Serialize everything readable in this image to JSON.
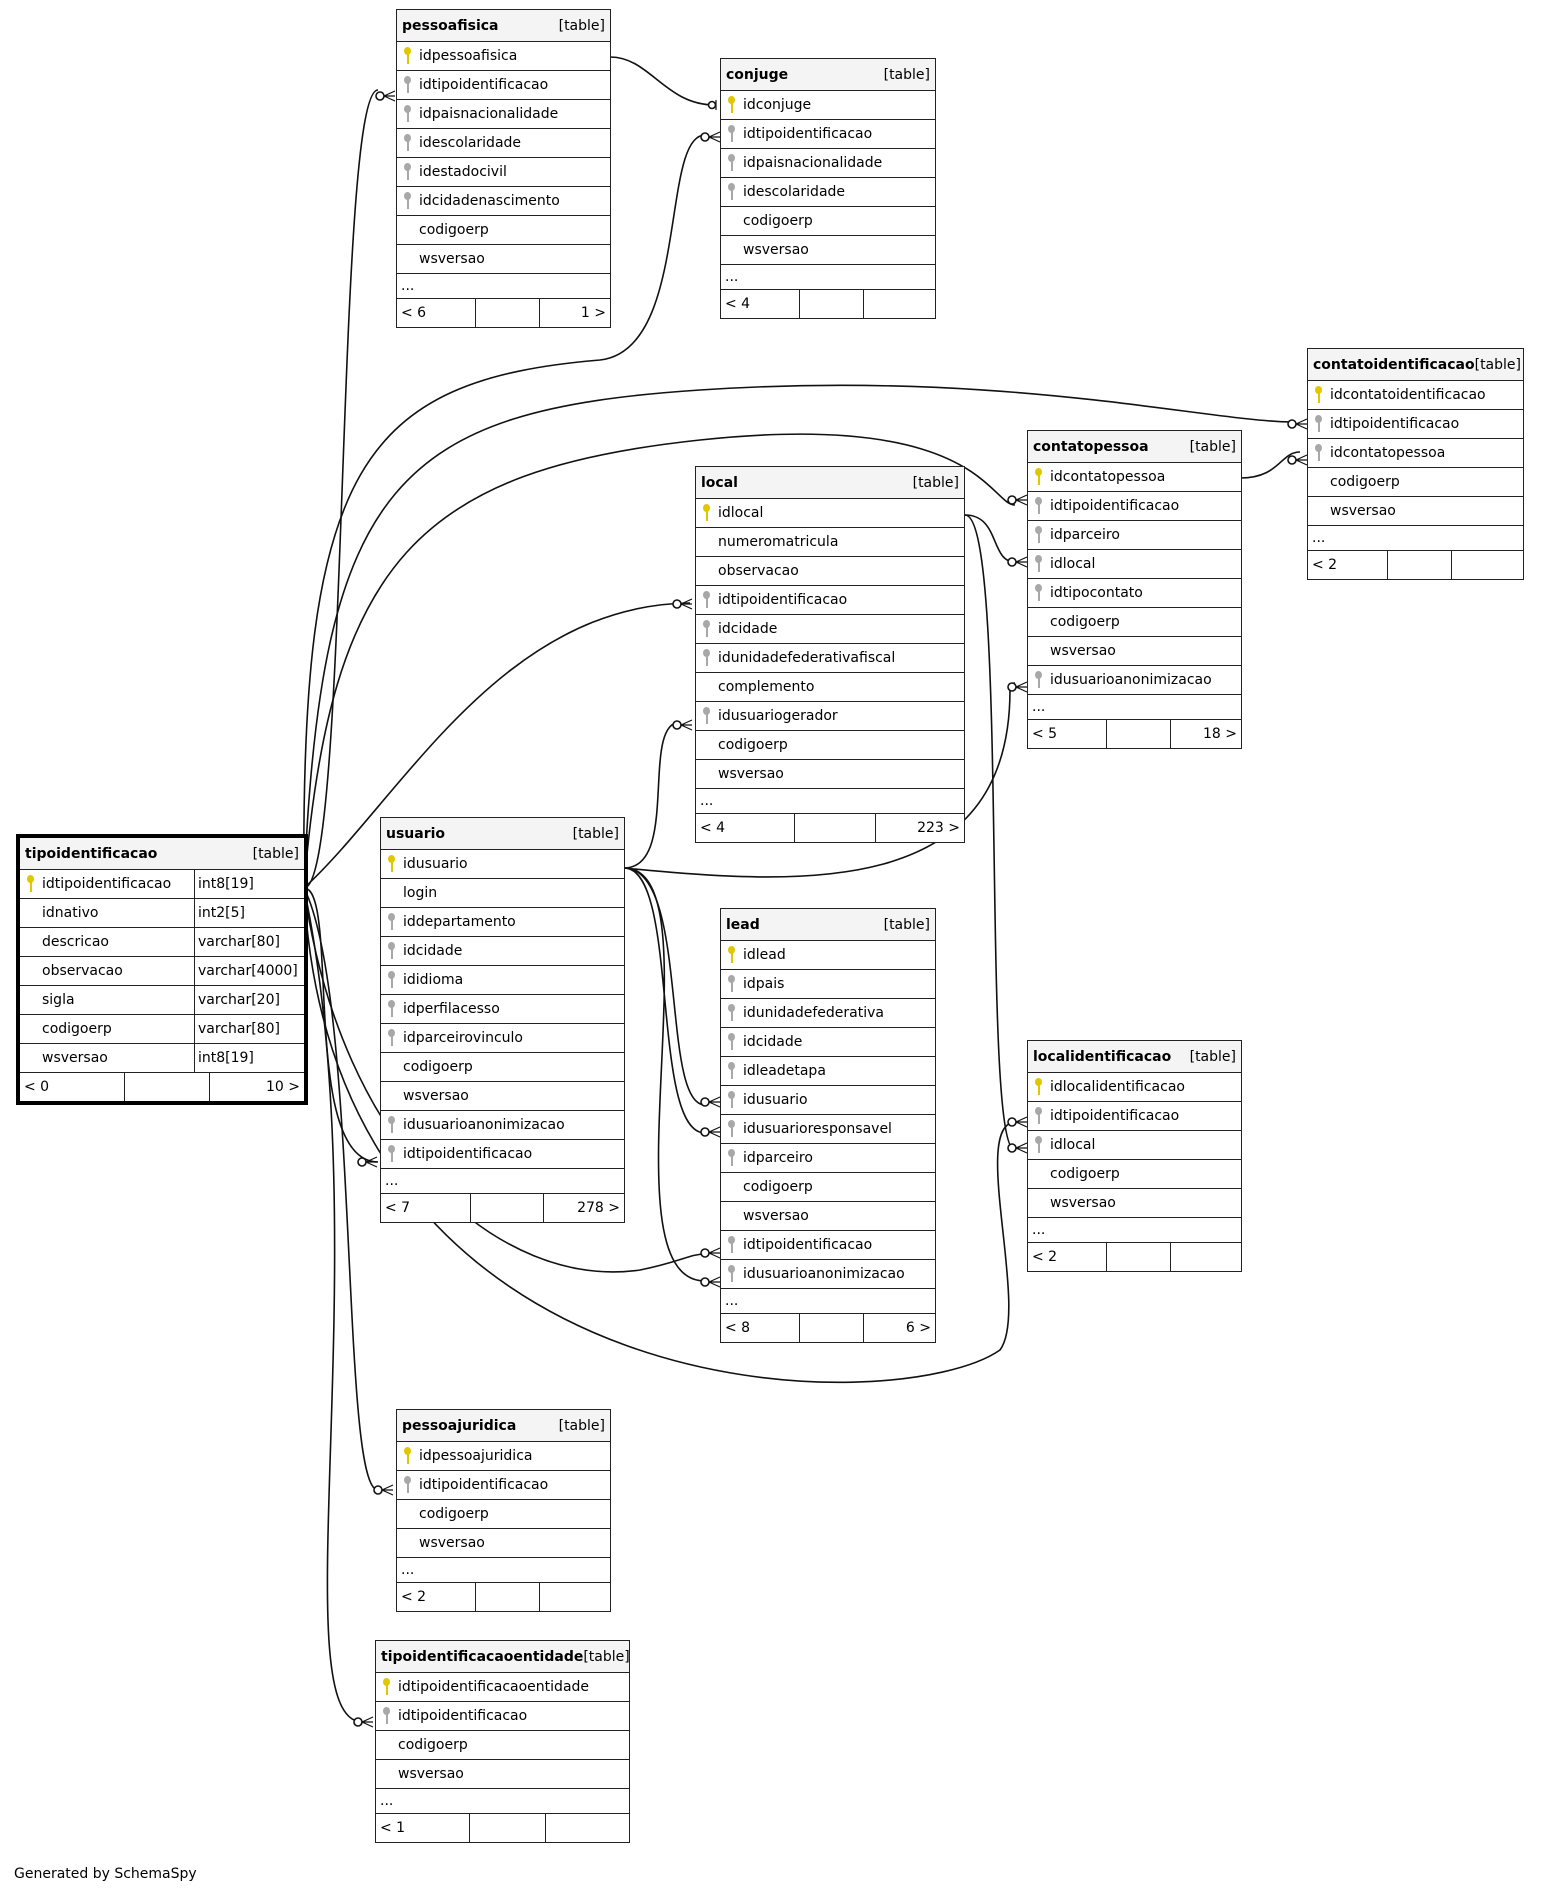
{
  "footer": "Generated by SchemaSpy",
  "colors": {
    "primary_key": "#e0c800",
    "foreign_key": "#a8a8a8",
    "header_bg": "#f4f4f4",
    "line": "#222222"
  },
  "tables": {
    "pessoafisica": {
      "name": "pessoafisica",
      "tag": "[table]",
      "columns": [
        {
          "name": "idpessoafisica",
          "key": "pk"
        },
        {
          "name": "idtipoidentificacao",
          "key": "fk"
        },
        {
          "name": "idpaisnacionalidade",
          "key": "fk"
        },
        {
          "name": "idescolaridade",
          "key": "fk"
        },
        {
          "name": "idestadocivil",
          "key": "fk"
        },
        {
          "name": "idcidadenascimento",
          "key": "fk"
        },
        {
          "name": "codigoerp",
          "key": ""
        },
        {
          "name": "wsversao",
          "key": ""
        }
      ],
      "more": "...",
      "foot_left": "< 6",
      "foot_mid": "",
      "foot_right": "1 >"
    },
    "conjuge": {
      "name": "conjuge",
      "tag": "[table]",
      "columns": [
        {
          "name": "idconjuge",
          "key": "pk"
        },
        {
          "name": "idtipoidentificacao",
          "key": "fk"
        },
        {
          "name": "idpaisnacionalidade",
          "key": "fk"
        },
        {
          "name": "idescolaridade",
          "key": "fk"
        },
        {
          "name": "codigoerp",
          "key": ""
        },
        {
          "name": "wsversao",
          "key": ""
        }
      ],
      "more": "...",
      "foot_left": "< 4",
      "foot_mid": "",
      "foot_right": ""
    },
    "contatoidentificacao": {
      "name": "contatoidentificacao",
      "tag": "[table]",
      "columns": [
        {
          "name": "idcontatoidentificacao",
          "key": "pk"
        },
        {
          "name": "idtipoidentificacao",
          "key": "fk"
        },
        {
          "name": "idcontatopessoa",
          "key": "fk"
        },
        {
          "name": "codigoerp",
          "key": ""
        },
        {
          "name": "wsversao",
          "key": ""
        }
      ],
      "more": "...",
      "foot_left": "< 2",
      "foot_mid": "",
      "foot_right": ""
    },
    "contatopessoa": {
      "name": "contatopessoa",
      "tag": "[table]",
      "columns": [
        {
          "name": "idcontatopessoa",
          "key": "pk"
        },
        {
          "name": "idtipoidentificacao",
          "key": "fk"
        },
        {
          "name": "idparceiro",
          "key": "fk"
        },
        {
          "name": "idlocal",
          "key": "fk"
        },
        {
          "name": "idtipocontato",
          "key": "fk"
        },
        {
          "name": "codigoerp",
          "key": ""
        },
        {
          "name": "wsversao",
          "key": ""
        },
        {
          "name": "idusuarioanonimizacao",
          "key": "fk"
        }
      ],
      "more": "...",
      "foot_left": "< 5",
      "foot_mid": "",
      "foot_right": "18 >"
    },
    "local": {
      "name": "local",
      "tag": "[table]",
      "columns": [
        {
          "name": "idlocal",
          "key": "pk"
        },
        {
          "name": "numeromatricula",
          "key": ""
        },
        {
          "name": "observacao",
          "key": ""
        },
        {
          "name": "idtipoidentificacao",
          "key": "fk"
        },
        {
          "name": "idcidade",
          "key": "fk"
        },
        {
          "name": "idunidadefederativafiscal",
          "key": "fk"
        },
        {
          "name": "complemento",
          "key": ""
        },
        {
          "name": "idusuariogerador",
          "key": "fk"
        },
        {
          "name": "codigoerp",
          "key": ""
        },
        {
          "name": "wsversao",
          "key": ""
        }
      ],
      "more": "...",
      "foot_left": "< 4",
      "foot_mid": "",
      "foot_right": "223 >"
    },
    "tipoidentificacao": {
      "name": "tipoidentificacao",
      "tag": "[table]",
      "columns": [
        {
          "name": "idtipoidentificacao",
          "key": "pk",
          "type": "int8[19]"
        },
        {
          "name": "idnativo",
          "key": "",
          "type": "int2[5]"
        },
        {
          "name": "descricao",
          "key": "",
          "type": "varchar[80]"
        },
        {
          "name": "observacao",
          "key": "",
          "type": "varchar[4000]"
        },
        {
          "name": "sigla",
          "key": "",
          "type": "varchar[20]"
        },
        {
          "name": "codigoerp",
          "key": "",
          "type": "varchar[80]"
        },
        {
          "name": "wsversao",
          "key": "",
          "type": "int8[19]"
        }
      ],
      "foot_left": "< 0",
      "foot_mid": "",
      "foot_right": "10 >"
    },
    "usuario": {
      "name": "usuario",
      "tag": "[table]",
      "columns": [
        {
          "name": "idusuario",
          "key": "pk"
        },
        {
          "name": "login",
          "key": ""
        },
        {
          "name": "iddepartamento",
          "key": "fk"
        },
        {
          "name": "idcidade",
          "key": "fk"
        },
        {
          "name": "ididioma",
          "key": "fk"
        },
        {
          "name": "idperfilacesso",
          "key": "fk"
        },
        {
          "name": "idparceirovinculo",
          "key": "fk"
        },
        {
          "name": "codigoerp",
          "key": ""
        },
        {
          "name": "wsversao",
          "key": ""
        },
        {
          "name": "idusuarioanonimizacao",
          "key": "fk"
        },
        {
          "name": "idtipoidentificacao",
          "key": "fk"
        }
      ],
      "more": "...",
      "foot_left": "< 7",
      "foot_mid": "",
      "foot_right": "278 >"
    },
    "lead": {
      "name": "lead",
      "tag": "[table]",
      "columns": [
        {
          "name": "idlead",
          "key": "pk"
        },
        {
          "name": "idpais",
          "key": "fk"
        },
        {
          "name": "idunidadefederativa",
          "key": "fk"
        },
        {
          "name": "idcidade",
          "key": "fk"
        },
        {
          "name": "idleadetapa",
          "key": "fk"
        },
        {
          "name": "idusuario",
          "key": "fk"
        },
        {
          "name": "idusuarioresponsavel",
          "key": "fk"
        },
        {
          "name": "idparceiro",
          "key": "fk"
        },
        {
          "name": "codigoerp",
          "key": ""
        },
        {
          "name": "wsversao",
          "key": ""
        },
        {
          "name": "idtipoidentificacao",
          "key": "fk"
        },
        {
          "name": "idusuarioanonimizacao",
          "key": "fk"
        }
      ],
      "more": "...",
      "foot_left": "< 8",
      "foot_mid": "",
      "foot_right": "6 >"
    },
    "localidentificacao": {
      "name": "localidentificacao",
      "tag": "[table]",
      "columns": [
        {
          "name": "idlocalidentificacao",
          "key": "pk"
        },
        {
          "name": "idtipoidentificacao",
          "key": "fk"
        },
        {
          "name": "idlocal",
          "key": "fk"
        },
        {
          "name": "codigoerp",
          "key": ""
        },
        {
          "name": "wsversao",
          "key": ""
        }
      ],
      "more": "...",
      "foot_left": "< 2",
      "foot_mid": "",
      "foot_right": ""
    },
    "pessoajuridica": {
      "name": "pessoajuridica",
      "tag": "[table]",
      "columns": [
        {
          "name": "idpessoajuridica",
          "key": "pk"
        },
        {
          "name": "idtipoidentificacao",
          "key": "fk"
        },
        {
          "name": "codigoerp",
          "key": ""
        },
        {
          "name": "wsversao",
          "key": ""
        }
      ],
      "more": "...",
      "foot_left": "< 2",
      "foot_mid": "",
      "foot_right": ""
    },
    "tipoidentificacaoentidade": {
      "name": "tipoidentificacaoentidade",
      "tag": "[table]",
      "columns": [
        {
          "name": "idtipoidentificacaoentidade",
          "key": "pk"
        },
        {
          "name": "idtipoidentificacao",
          "key": "fk"
        },
        {
          "name": "codigoerp",
          "key": ""
        },
        {
          "name": "wsversao",
          "key": ""
        }
      ],
      "more": "...",
      "foot_left": "< 1",
      "foot_mid": "",
      "foot_right": ""
    }
  }
}
